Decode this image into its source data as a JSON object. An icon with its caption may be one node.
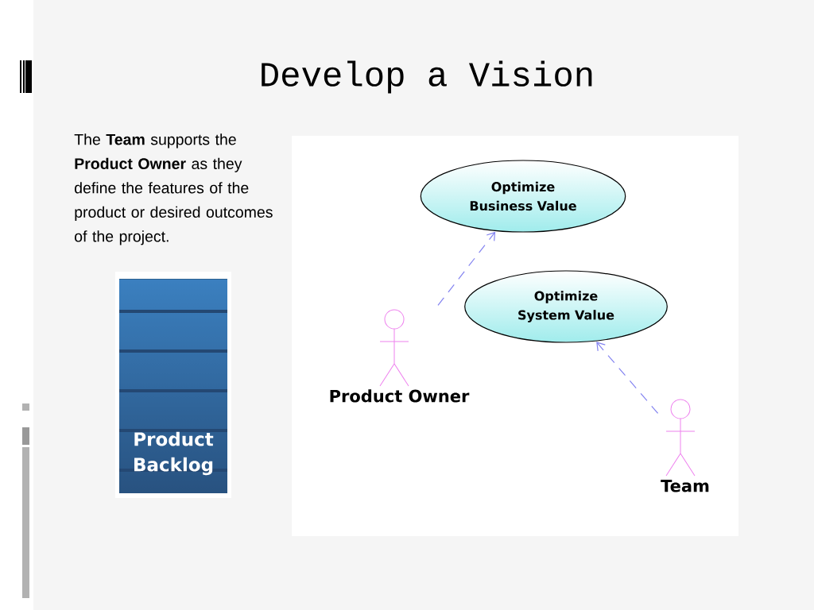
{
  "diagram": {
    "title": "Develop a Vision",
    "nodes": [
      {
        "text": [
          "Product Backlog"
        ]
      },
      {
        "text": [
          "Optimize Business Value"
        ]
      },
      {
        "text": [
          "Optimize System Value"
        ]
      },
      {
        "text": [
          "Product Owner"
        ]
      },
      {
        "text": [
          "Team"
        ]
      }
    ],
    "edges": [
      {
        "from": 3,
        "to": 1,
        "arrow": "to",
        "style": "dashed"
      },
      {
        "from": 4,
        "to": 2,
        "arrow": "to",
        "style": "dashed"
      }
    ],
    "labels": [
      "The **Team** supports the **Product Owner** as they define the features of the product or desired outcomes of the project."
    ]
  }
}
